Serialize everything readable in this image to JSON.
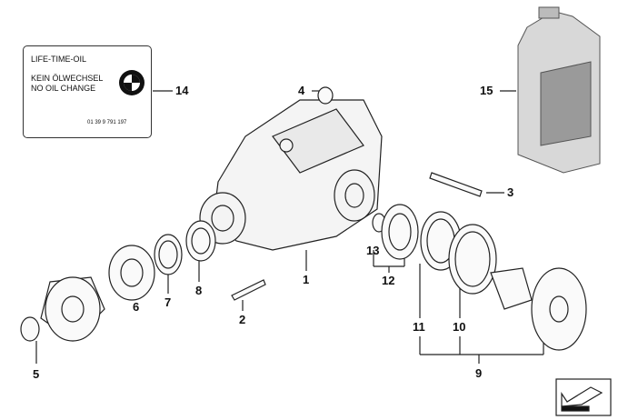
{
  "label_card": {
    "line1": "LIFE-TIME-OIL",
    "line2": "KEIN ÖLWECHSEL",
    "line3": "NO OIL CHANGE",
    "part_number": "01 39 9 791 197",
    "logo": "bmw-roundel"
  },
  "callouts": {
    "c1": "1",
    "c2": "2",
    "c3": "3",
    "c4": "4",
    "c5": "5",
    "c6": "6",
    "c7": "7",
    "c8": "8",
    "c9": "9",
    "c10": "10",
    "c11": "11",
    "c12": "12",
    "c13": "13",
    "c14": "14",
    "c15": "15"
  },
  "icons": {
    "nav": "arrow-back-icon"
  }
}
